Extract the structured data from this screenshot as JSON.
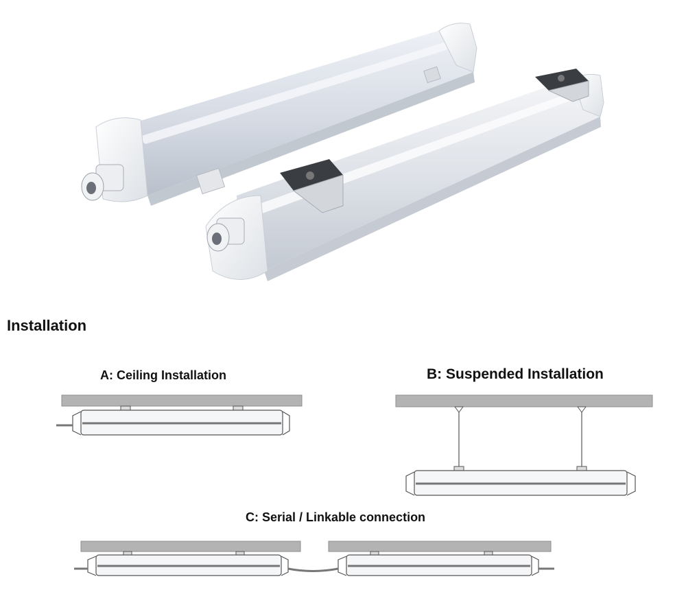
{
  "section": {
    "heading": "Installation"
  },
  "diagrams": {
    "ceiling": {
      "caption": "A: Ceiling Installation"
    },
    "suspended": {
      "caption": "B: Suspended Installation"
    },
    "serial": {
      "caption": "C: Serial / Linkable connection"
    }
  },
  "colors": {
    "ceiling_slab": "#b3b3b3",
    "line": "#555555",
    "fixture_body": "#e9ebef",
    "diffuser": "#cfd4dc"
  }
}
